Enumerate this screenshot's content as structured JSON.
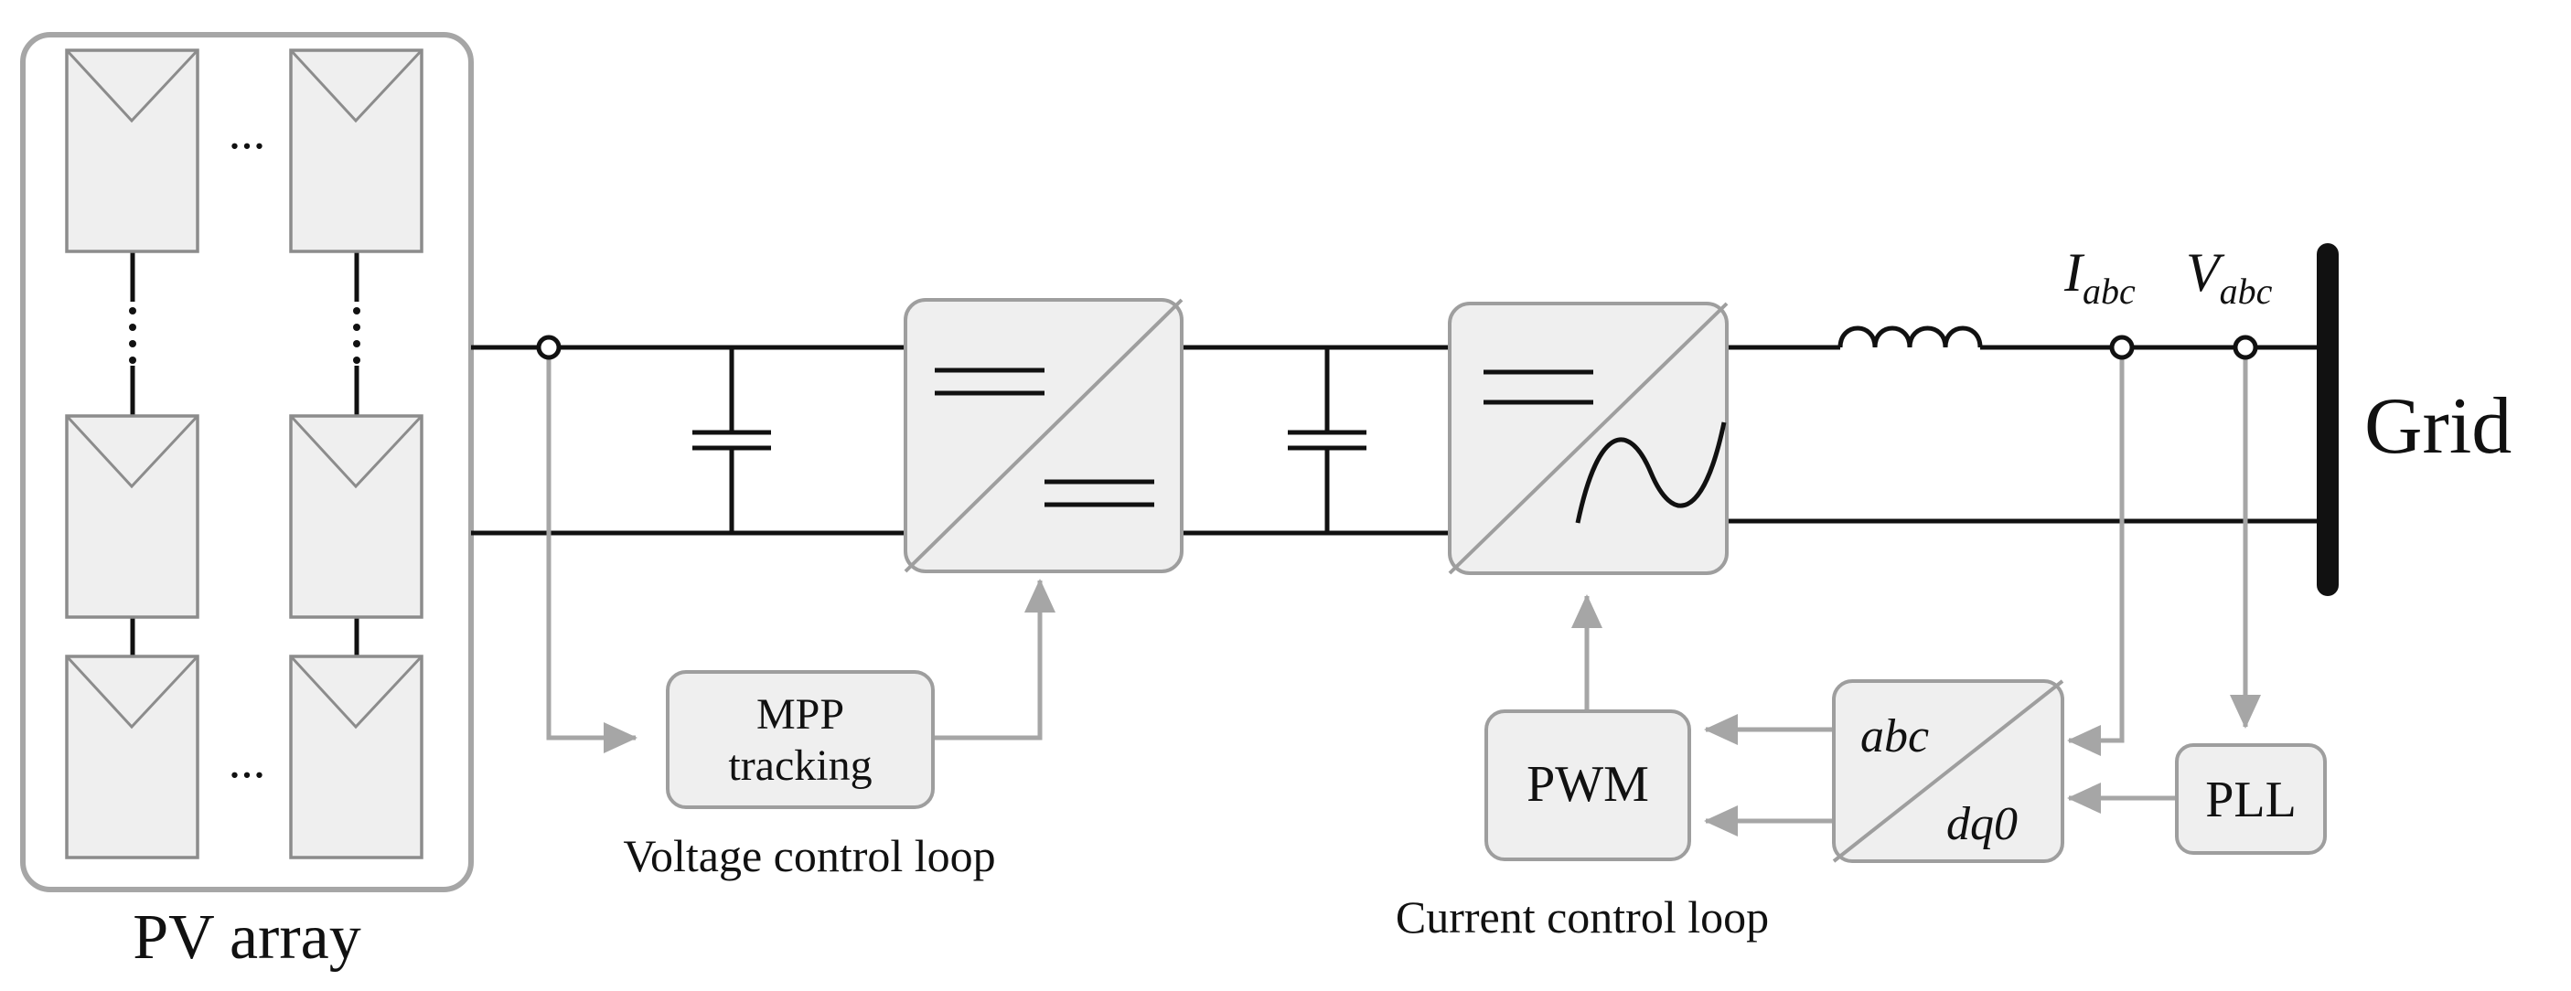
{
  "pv_array": {
    "label": "PV array",
    "ellipsis_top": "...",
    "ellipsis_bottom": "..."
  },
  "blocks": {
    "mpp": {
      "line1": "MPP",
      "line2": "tracking"
    },
    "pwm": "PWM",
    "transform": {
      "from": "abc",
      "to": "dq0"
    },
    "pll": "PLL"
  },
  "loops": {
    "voltage": "Voltage control loop",
    "current": "Current control loop"
  },
  "measurements": {
    "current": {
      "base": "I",
      "sub": "abc"
    },
    "voltage": {
      "base": "V",
      "sub": "abc"
    }
  },
  "grid": "Grid",
  "colors": {
    "power_wire": "#111111",
    "signal_wire": "#a6a6a6",
    "block_fill": "#efefef"
  },
  "icons": [
    "dc-dc-converter-icon",
    "dc-ac-inverter-icon",
    "capacitor-icon",
    "inductor-icon"
  ]
}
